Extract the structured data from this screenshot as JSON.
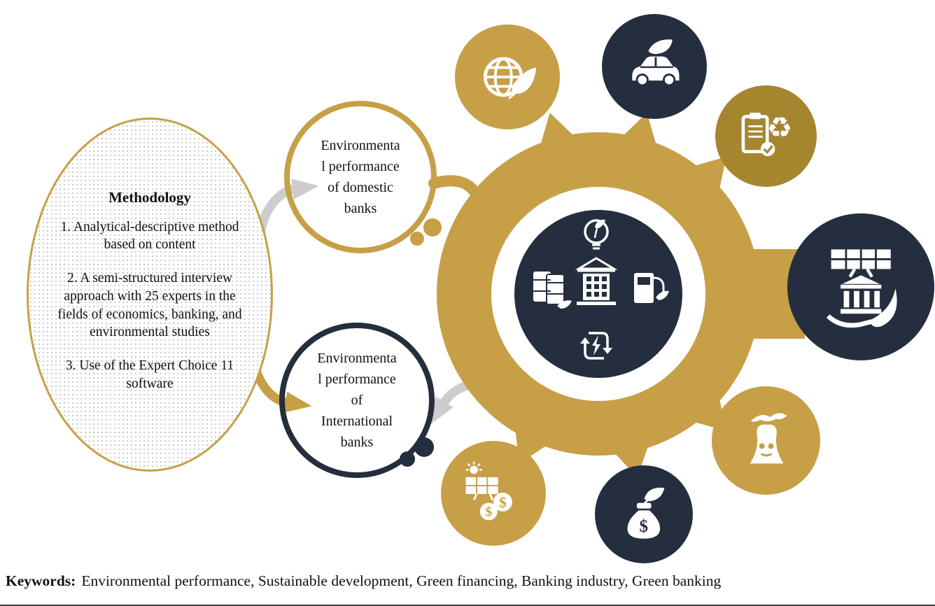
{
  "colors": {
    "gold": "#C79F47",
    "dark_gold": "#A5862F",
    "navy": "#242E3E",
    "gray_arrow": "#CDCDCD"
  },
  "methodology": {
    "title": "Methodology",
    "items": [
      "1. Analytical-descriptive method based on content",
      "2. A semi-structured interview approach with 25 experts in the fields of economics, banking, and environmental studies",
      "3. Use of the Expert Choice 11 software"
    ]
  },
  "nodes": {
    "domestic_banks": "Environmenta\nl performance\nof domestic\nbanks",
    "international_banks": "Environmenta\nl performance\nof\nInternational\nbanks"
  },
  "satellite_icons": [
    "globe-leaf-icon",
    "eco-car-icon",
    "checklist-recycle-icon",
    "solar-bank-leaf-icon",
    "power-plant-icon",
    "money-bag-leaf-icon",
    "solar-coins-icon"
  ],
  "hub_icons": [
    "eco-bulb-icon",
    "oil-barrels-icon",
    "bank-building-icon",
    "green-fuel-icon",
    "energy-recycle-icon"
  ],
  "keywords": {
    "label": "Keywords:",
    "text": "Environmental performance, Sustainable development, Green financing, Banking industry, Green banking"
  }
}
